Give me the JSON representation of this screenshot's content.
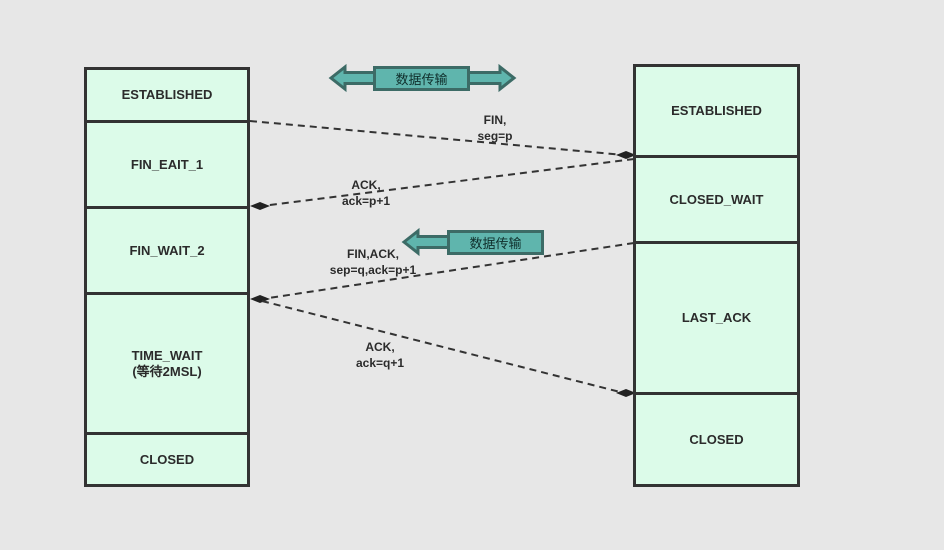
{
  "colors": {
    "background": "#e7e7e7",
    "state_fill": "#dcfbe9",
    "state_border": "#333333",
    "arrow_teal": "#5fb5ad",
    "arrow_teal_dark": "#3c6b66",
    "line": "#333333"
  },
  "client": {
    "states": [
      "ESTABLISHED",
      "FIN_EAIT_1",
      "FIN_WAIT_2",
      "TIME_WAIT\n(等待2MSL)",
      "CLOSED"
    ]
  },
  "server": {
    "states": [
      "ESTABLISHED",
      "CLOSED_WAIT",
      "LAST_ACK",
      "CLOSED"
    ]
  },
  "messages": [
    {
      "lines": [
        "FIN,",
        "seg=p"
      ]
    },
    {
      "lines": [
        "ACK,",
        "ack=p+1"
      ]
    },
    {
      "lines": [
        "FIN,ACK,",
        "sep=q,ack=p+1"
      ]
    },
    {
      "lines": [
        "ACK,",
        "ack=q+1"
      ]
    }
  ],
  "data_transfer": {
    "both_ways_label": "数据传输",
    "one_way_label": "数据传输"
  }
}
